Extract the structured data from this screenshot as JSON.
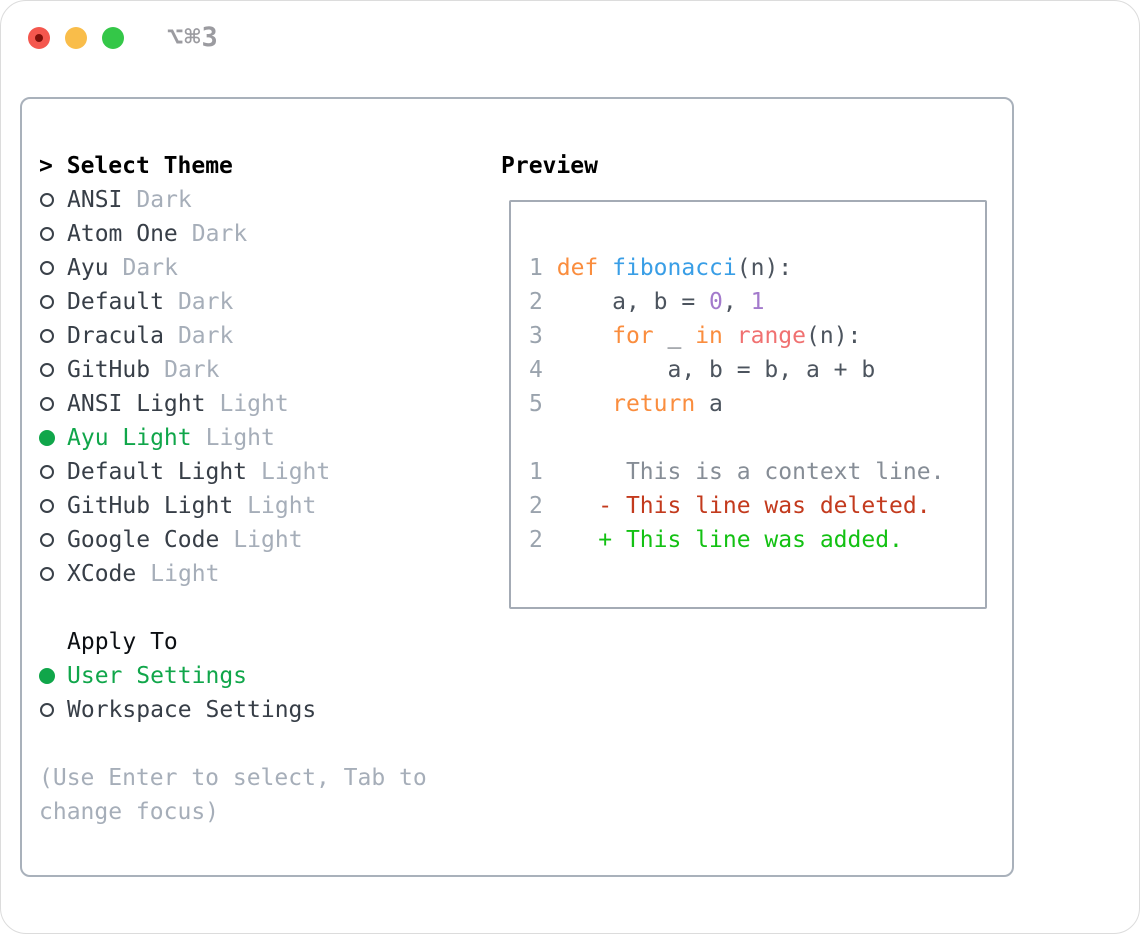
{
  "window": {
    "title": "⌥⌘3",
    "traffic_lights": {
      "close": "#f4574e",
      "minimize": "#f9bd4a",
      "maximize": "#34c748"
    }
  },
  "theme_panel": {
    "prompt": ">",
    "title": "Select Theme",
    "themes": [
      {
        "name": "ANSI",
        "variant": "Dark",
        "selected": false
      },
      {
        "name": "Atom One",
        "variant": "Dark",
        "selected": false
      },
      {
        "name": "Ayu",
        "variant": "Dark",
        "selected": false
      },
      {
        "name": "Default",
        "variant": "Dark",
        "selected": false
      },
      {
        "name": "Dracula",
        "variant": "Dark",
        "selected": false
      },
      {
        "name": "GitHub",
        "variant": "Dark",
        "selected": false
      },
      {
        "name": "ANSI Light",
        "variant": "Light",
        "selected": false
      },
      {
        "name": "Ayu Light",
        "variant": "Light",
        "selected": true
      },
      {
        "name": "Default Light",
        "variant": "Light",
        "selected": false
      },
      {
        "name": "GitHub Light",
        "variant": "Light",
        "selected": false
      },
      {
        "name": "Google Code",
        "variant": "Light",
        "selected": false
      },
      {
        "name": "XCode",
        "variant": "Light",
        "selected": false
      }
    ],
    "apply_to": {
      "title": "Apply To",
      "options": [
        {
          "name": "User Settings",
          "selected": true
        },
        {
          "name": "Workspace Settings",
          "selected": false
        }
      ]
    },
    "hint": "(Use Enter to select, Tab to change focus)"
  },
  "preview": {
    "title": "Preview",
    "selection_color": "#10a64a",
    "syntax_colors": {
      "keyword": "#fa8d3e",
      "function": "#399ee6",
      "number": "#a37acc",
      "special": "#f07171",
      "plain": "#4c545e",
      "line_number": "#9aa3ad",
      "context": "#868d96",
      "deleted": "#c33a1d",
      "added": "#13c113"
    },
    "code_lines": [
      {
        "num": "1",
        "segments": [
          {
            "t": "def",
            "c": "keyword"
          },
          {
            "t": " ",
            "c": "plain"
          },
          {
            "t": "fibonacci",
            "c": "function"
          },
          {
            "t": "(n):",
            "c": "plain"
          }
        ]
      },
      {
        "num": "2",
        "segments": [
          {
            "t": "    a, b = ",
            "c": "plain"
          },
          {
            "t": "0",
            "c": "number"
          },
          {
            "t": ", ",
            "c": "plain"
          },
          {
            "t": "1",
            "c": "number"
          }
        ]
      },
      {
        "num": "3",
        "segments": [
          {
            "t": "    ",
            "c": "plain"
          },
          {
            "t": "for",
            "c": "keyword"
          },
          {
            "t": " _ ",
            "c": "plain"
          },
          {
            "t": "in",
            "c": "keyword"
          },
          {
            "t": " ",
            "c": "plain"
          },
          {
            "t": "range",
            "c": "special"
          },
          {
            "t": "(n):",
            "c": "plain"
          }
        ]
      },
      {
        "num": "4",
        "segments": [
          {
            "t": "        a, b = b, a + b",
            "c": "plain"
          }
        ]
      },
      {
        "num": "5",
        "segments": [
          {
            "t": "    ",
            "c": "plain"
          },
          {
            "t": "return",
            "c": "keyword"
          },
          {
            "t": " a",
            "c": "plain"
          }
        ]
      },
      {
        "num": "",
        "segments": []
      },
      {
        "num": "1",
        "segments": [
          {
            "t": "     This is a context line.",
            "c": "context"
          }
        ]
      },
      {
        "num": "2",
        "segments": [
          {
            "t": "   - This line was deleted.",
            "c": "deleted"
          }
        ]
      },
      {
        "num": "2",
        "segments": [
          {
            "t": "   + This line was added.",
            "c": "added"
          }
        ]
      }
    ]
  }
}
